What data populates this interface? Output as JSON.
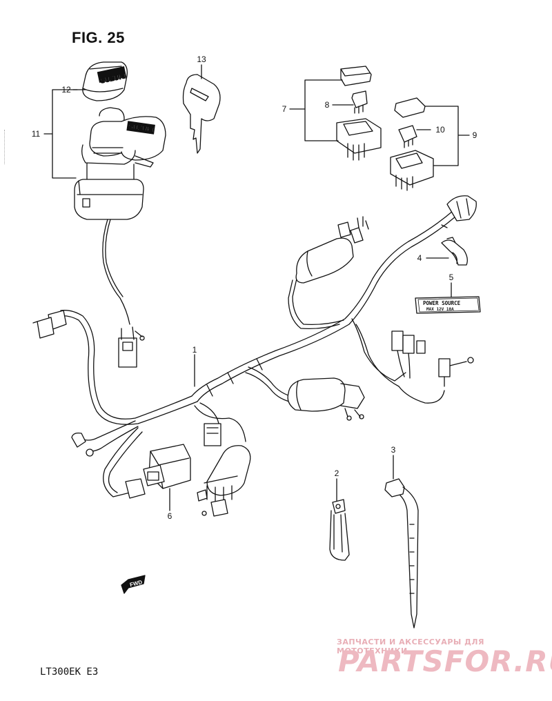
{
  "figure": {
    "title": "FIG. 25"
  },
  "footer": {
    "model": "LT300EK  E3"
  },
  "callouts": [
    {
      "number": "1"
    },
    {
      "number": "2"
    },
    {
      "number": "3"
    },
    {
      "number": "4"
    },
    {
      "number": "5"
    },
    {
      "number": "6"
    },
    {
      "number": "7"
    },
    {
      "number": "8"
    },
    {
      "number": "9"
    },
    {
      "number": "10"
    },
    {
      "number": "11"
    },
    {
      "number": "12"
    },
    {
      "number": "13"
    }
  ],
  "label_plate": {
    "line1": "POWER  SOURCE",
    "line2": "MAX   12V  10A"
  },
  "ignition_brand": "SUZUKI",
  "fwd_marker": "FWD",
  "watermark": {
    "tagline": "ЗАПЧАСТИ И АКСЕССУАРЫ ДЛЯ МОТОТЕХНИКИ",
    "brand": "PARTSFOR.RU"
  },
  "colors": {
    "line": "#111111",
    "watermark": "#eeb9c1"
  }
}
